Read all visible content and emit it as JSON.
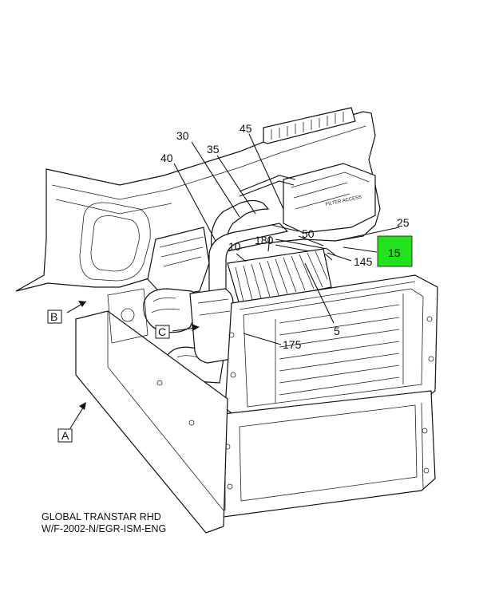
{
  "callouts": {
    "c30": "30",
    "c45": "45",
    "c35": "35",
    "c40": "40",
    "c25": "25",
    "c50": "50",
    "c180": "180",
    "c10": "10",
    "c15": "15",
    "c145": "145",
    "c5": "5",
    "c175": "175"
  },
  "views": {
    "a": "A",
    "b": "B",
    "c": "C"
  },
  "caption": {
    "line1": "GLOBAL TRANSTAR RHD",
    "line2": "W/F-2002-N/EGR-ISM-ENG"
  },
  "colors": {
    "highlight": "#22e21c",
    "line": "#111111"
  }
}
